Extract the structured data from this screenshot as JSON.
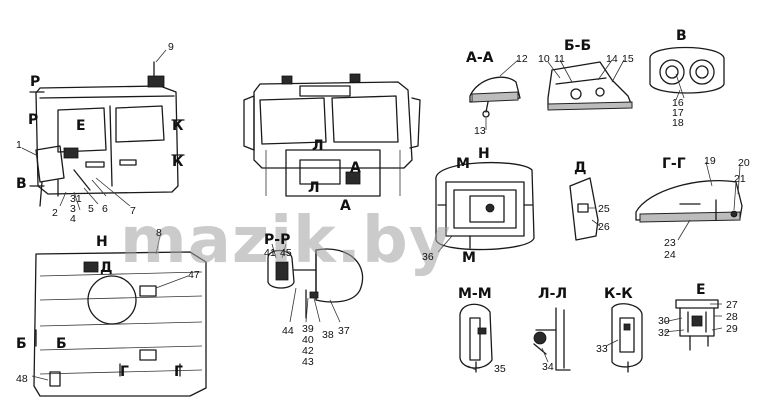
{
  "watermark": "mazik.by",
  "colors": {
    "ink": "#1a1a1a",
    "watermark": "#a0a0a0",
    "background": "#ffffff"
  },
  "section_labels": {
    "aa": "А-А",
    "bb": "Б-Б",
    "v": "В",
    "n": "Н",
    "d": "Д",
    "gg": "Г-Г",
    "pp": "Р-Р",
    "mm": "М-М",
    "ll": "Л-Л",
    "kk": "К-К",
    "e": "Е"
  },
  "markers": {
    "r": "Р",
    "e": "Е",
    "k": "К",
    "v": "В",
    "l": "Л",
    "a": "А",
    "m": "М",
    "n": "Н",
    "d": "Д",
    "b": "Б",
    "g": "Г"
  },
  "callouts": {
    "c1": "1",
    "c2": "2",
    "c3": "3",
    "c4": "4",
    "c5": "5",
    "c6": "6",
    "c7": "7",
    "c8": "8",
    "c9": "9",
    "c10": "10",
    "c11": "11",
    "c12": "12",
    "c13": "13",
    "c14": "14",
    "c15": "15",
    "c16": "16",
    "c17": "17",
    "c18": "18",
    "c19": "19",
    "c20": "20",
    "c21": "21",
    "c23": "23",
    "c24": "24",
    "c25": "25",
    "c26": "26",
    "c27": "27",
    "c28": "28",
    "c29": "29",
    "c30": "30",
    "c31": "31",
    "c32": "32",
    "c33": "33",
    "c34": "34",
    "c35": "35",
    "c36": "36",
    "c37": "37",
    "c38": "38",
    "c39": "39",
    "c40": "40",
    "c41": "41",
    "c42": "42",
    "c43": "43",
    "c44": "44",
    "c45": "45",
    "c47": "47",
    "c48": "48"
  }
}
